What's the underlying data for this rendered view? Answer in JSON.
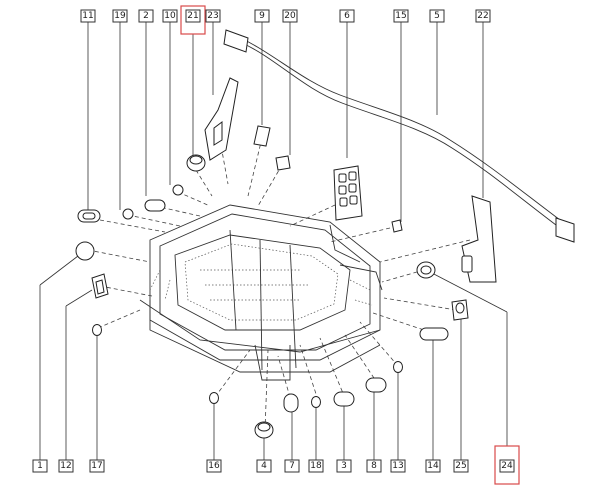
{
  "diagram": {
    "callouts_top": [
      "11",
      "19",
      "2",
      "10",
      "21",
      "23",
      "9",
      "20",
      "6",
      "15",
      "5",
      "22"
    ],
    "callouts_bottom": [
      "1",
      "12",
      "17",
      "16",
      "4",
      "7",
      "18",
      "3",
      "8",
      "13",
      "14",
      "25",
      "24"
    ],
    "highlighted": [
      "21",
      "24"
    ],
    "colors": {
      "line": "#333333",
      "highlight": "#d94a4a",
      "background": "#ffffff"
    }
  }
}
